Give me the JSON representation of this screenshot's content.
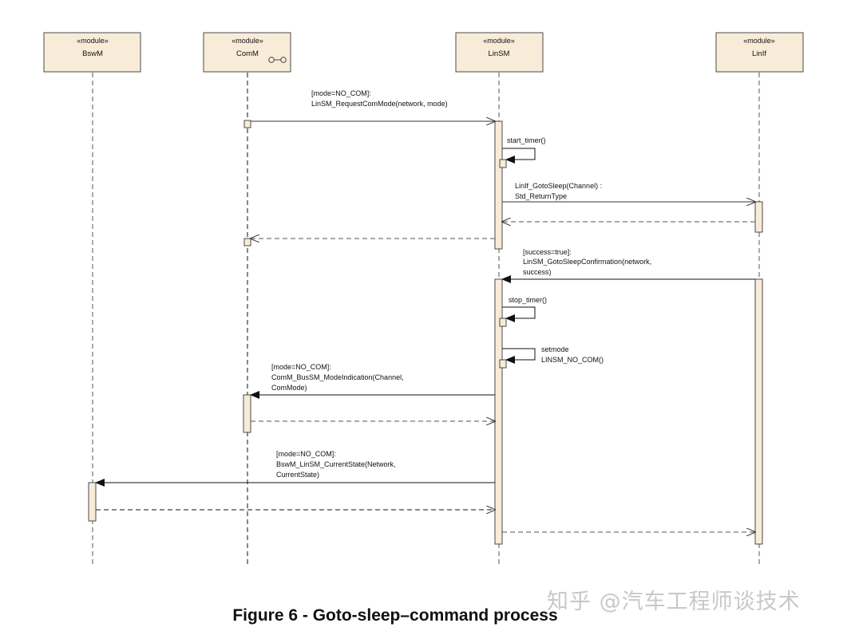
{
  "participants": [
    {
      "stereotype": "«module»",
      "name": "BswM"
    },
    {
      "stereotype": "«module»",
      "name": "ComM"
    },
    {
      "stereotype": "«module»",
      "name": "LinSM"
    },
    {
      "stereotype": "«module»",
      "name": "LinIf"
    }
  ],
  "messages": {
    "request_com_mode": [
      "[mode=NO_COM]:",
      "LinSM_RequestComMode(network, mode)"
    ],
    "start_timer": [
      "start_timer()"
    ],
    "goto_sleep": [
      "LinIf_GotoSleep(Channel) :",
      "Std_ReturnType"
    ],
    "goto_sleep_confirmation": [
      "[success=true]:",
      "LinSM_GotoSleepConfirmation(network,",
      "success)"
    ],
    "stop_timer": [
      "stop_timer()"
    ],
    "setmode": [
      "setmode",
      "LINSM_NO_COM()"
    ],
    "busm_mode_indication": [
      "[mode=NO_COM]:",
      "ComM_BusSM_ModeIndication(Channel,",
      "ComMode)"
    ],
    "bswm_current_state": [
      "[mode=NO_COM]:",
      "BswM_LinSM_CurrentState(Network,",
      "CurrentState)"
    ]
  },
  "caption": "Figure 6 - Goto-sleep–command process",
  "watermark": "知乎 @汽车工程师谈技术",
  "colors": {
    "box_fill": "#f8ecd9",
    "line": "#4a4a4a"
  }
}
